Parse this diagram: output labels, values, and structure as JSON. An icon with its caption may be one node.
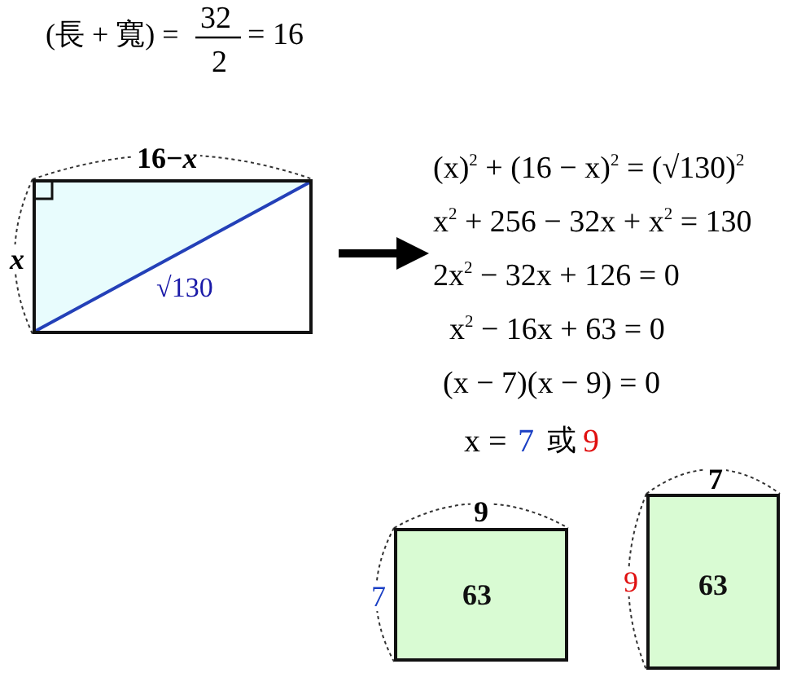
{
  "diagram": {
    "nodes": [
      {
        "text": [
          "√130"
        ],
        "beside": [
          "16−*x*",
          "*x*"
        ]
      },
      {
        "text": [
          "(x)$^{2}$ + (16 − x)$^{2}$ = (√130)$^{2}$",
          "x$^{2}$ + 256 − 32x + x$^{2}$ = 130",
          "2x$^{2}$ − 32x + 126 = 0",
          "x$^{2}$ − 16x + 63 = 0",
          "(x − 7)(x − 9) = 0"
        ]
      },
      {
        "text": [
          "63"
        ],
        "beside": [
          "9",
          "7"
        ]
      },
      {
        "text": [
          "63"
        ],
        "beside": [
          "7",
          "9"
        ]
      }
    ],
    "edges": [
      {
        "from": 0,
        "to": 1,
        "arrow": "to"
      }
    ],
    "labels": [
      "(長 + 寬) =",
      "32",
      "2",
      "= 16",
      "x =",
      "7",
      "或",
      "9"
    ]
  }
}
